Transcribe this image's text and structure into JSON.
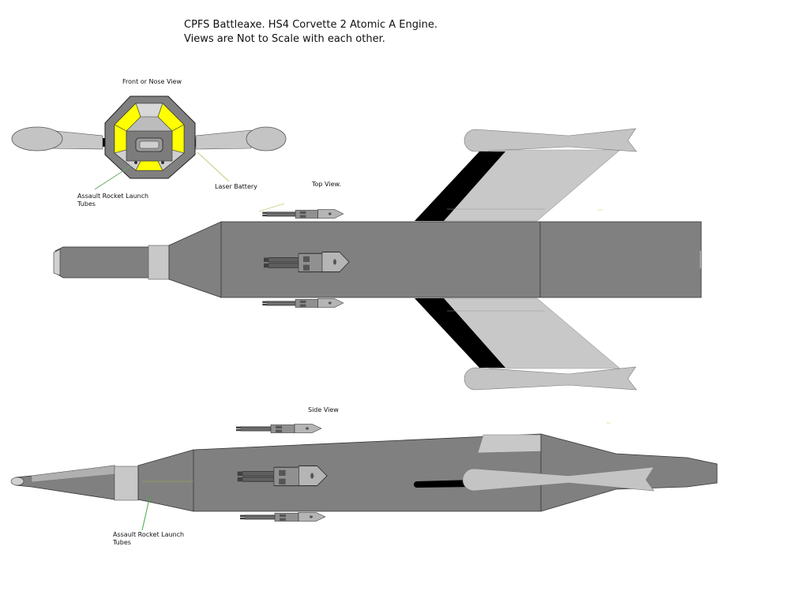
{
  "title": {
    "line1": "CPFS Battleaxe. HS4 Corvette 2 Atomic A Engine.",
    "line2": "Views are Not to Scale with each other."
  },
  "labels": {
    "front_view": "Front or Nose View",
    "top_view": "Top View.",
    "side_view": "Side View",
    "laser_battery": "Laser Battery",
    "assault_tubes_front_line1": "Assault Rocket Launch",
    "assault_tubes_front_line2": "Tubes",
    "assault_tubes_side_line1": "Assault Rocket Launch",
    "assault_tubes_side_line2": "Tubes"
  },
  "colors": {
    "hull": "#808080",
    "hull_light": "#c0c0c0",
    "wing_strut": "#000000",
    "panel_yellow": "#ffff00",
    "leader_line": "#aaaa44",
    "leader_line_green": "#44aa44"
  }
}
